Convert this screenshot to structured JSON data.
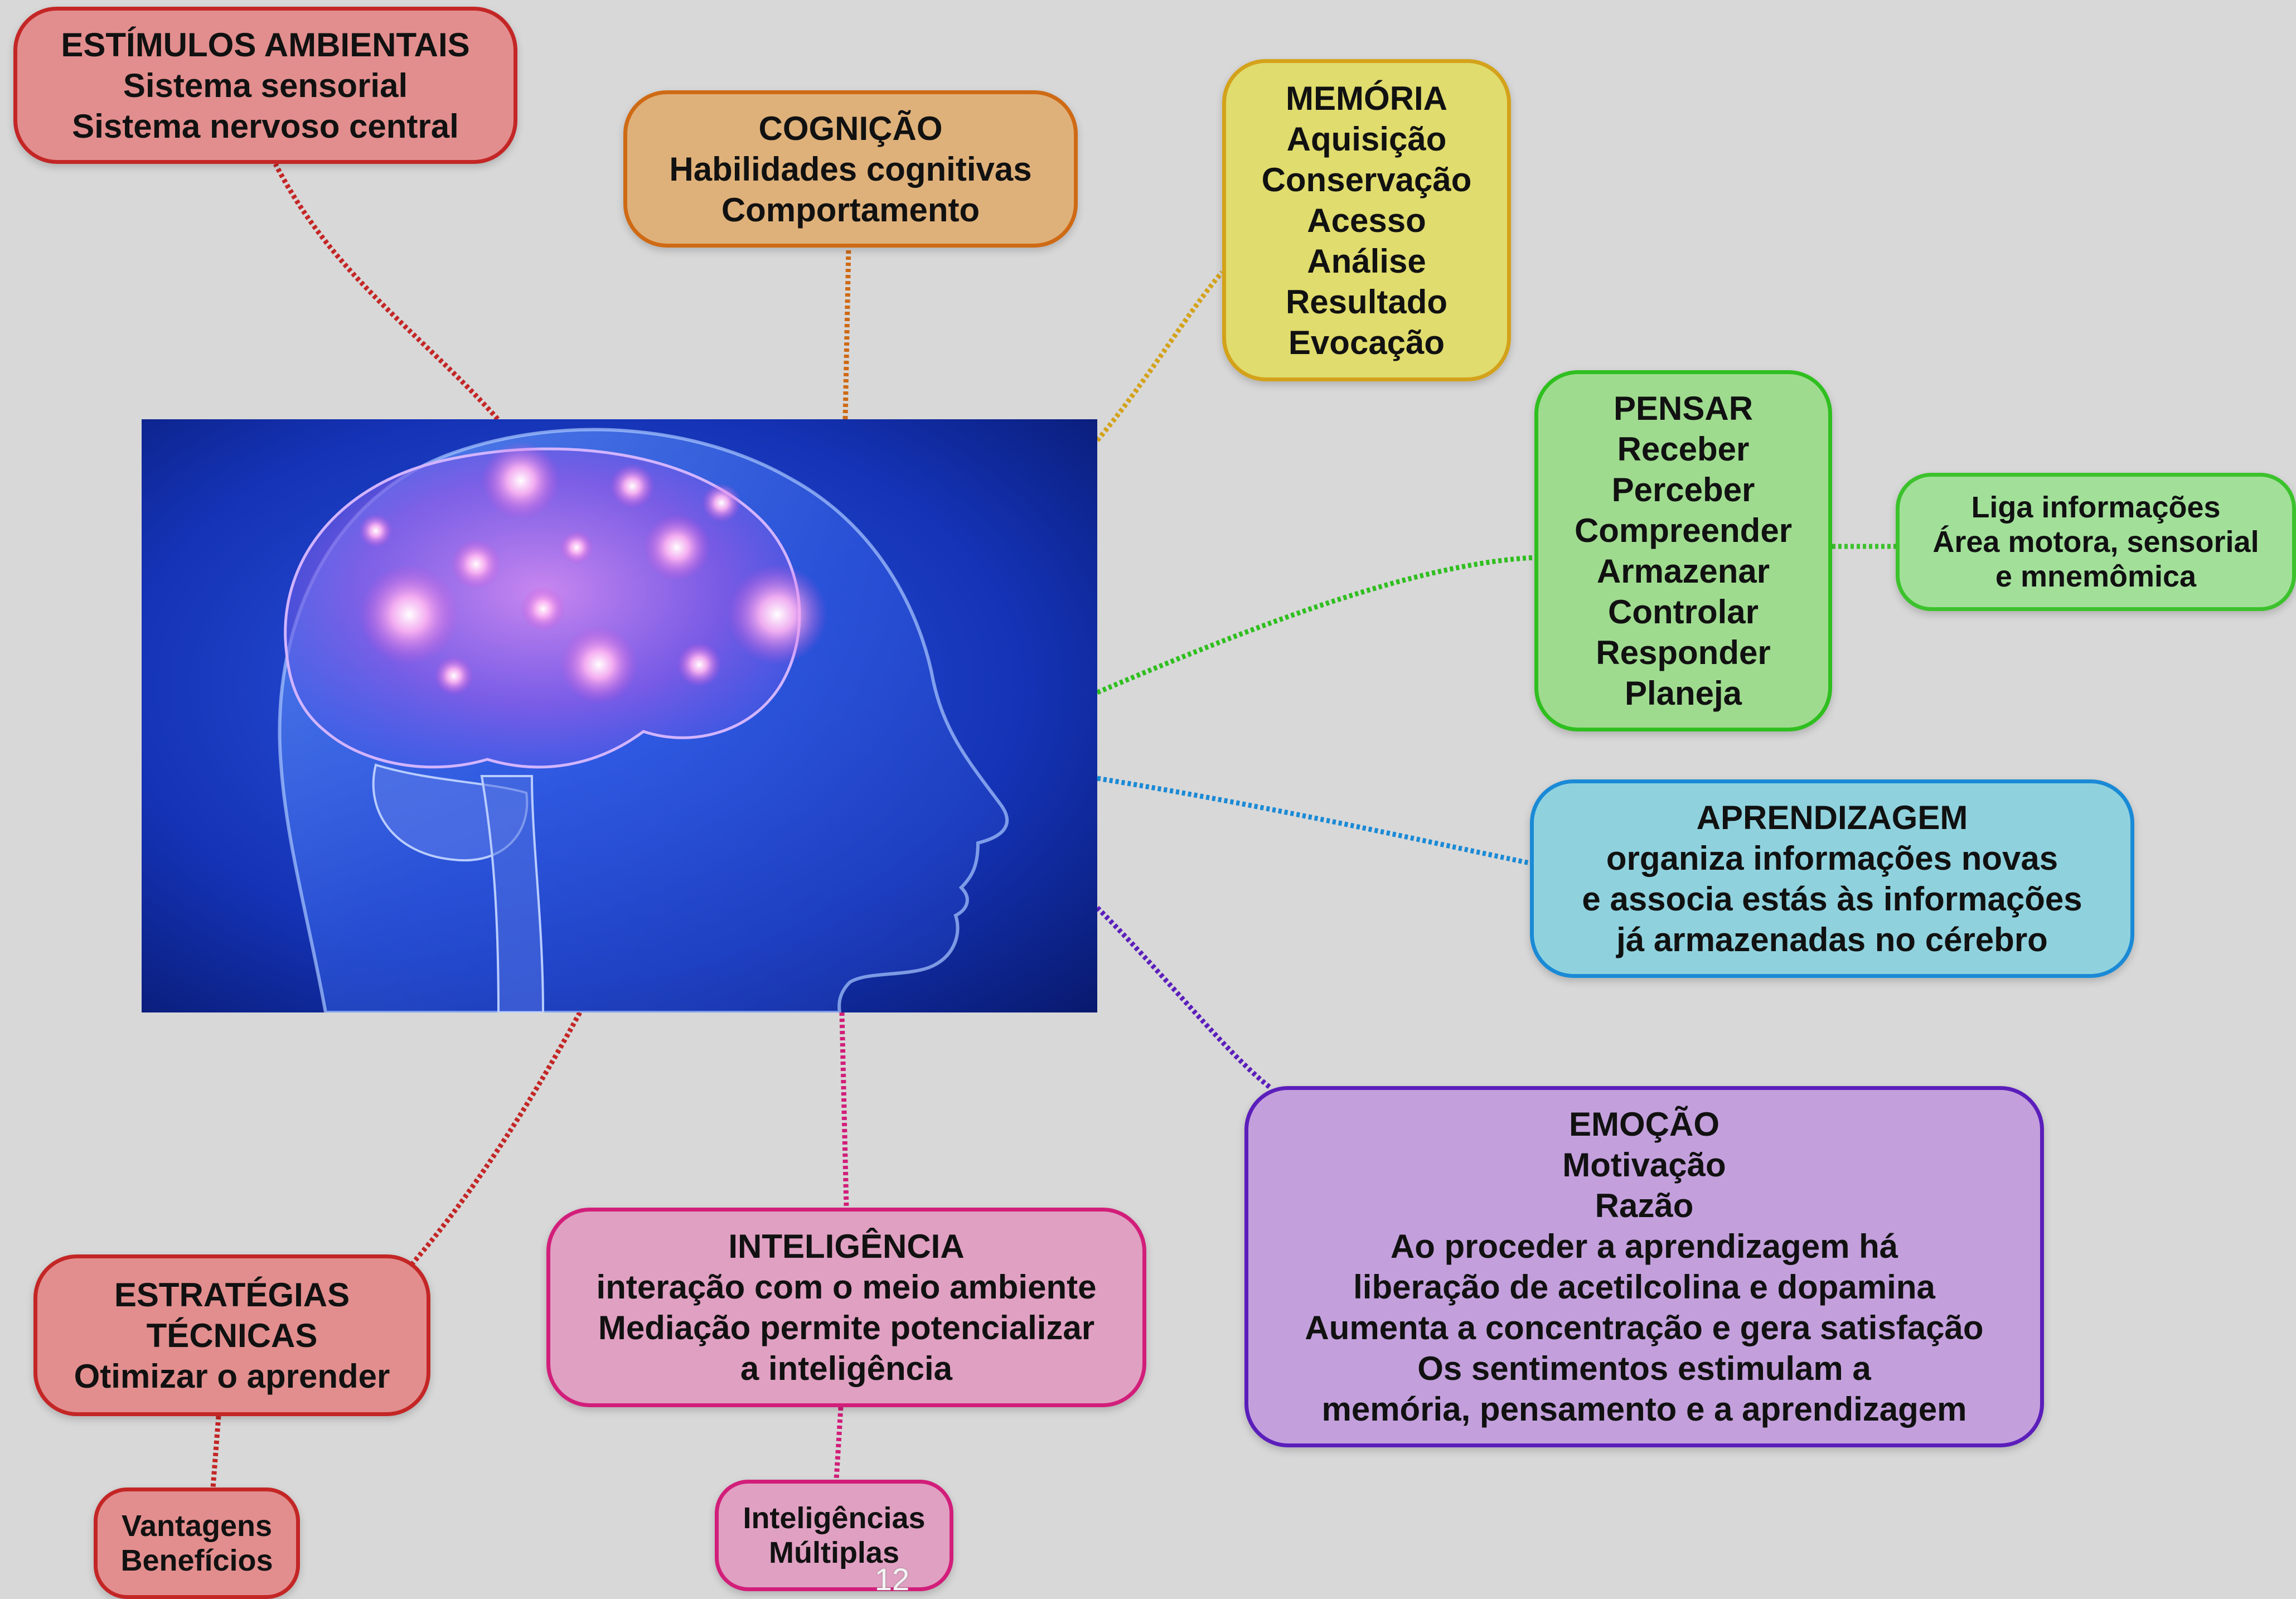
{
  "nodes": {
    "estimulos": {
      "lines": [
        "ESTÍMULOS AMBIENTAIS",
        "Sistema sensorial",
        "Sistema nervoso central"
      ],
      "fill": "#e28e8e",
      "border": "#c42626"
    },
    "cognicao": {
      "lines": [
        "COGNIÇÃO",
        "Habilidades cognitivas",
        "Comportamento"
      ],
      "fill": "#dfb17a",
      "border": "#cf6a14"
    },
    "memoria": {
      "lines": [
        "MEMÓRIA",
        "Aquisição",
        "Conservação",
        "Acesso",
        "Análise",
        "Resultado",
        "Evocação"
      ],
      "fill": "#e0dc6e",
      "border": "#d4a21a"
    },
    "pensar": {
      "lines": [
        "PENSAR",
        "Receber",
        "Perceber",
        "Compreender",
        "Armazenar",
        "Controlar",
        "Responder",
        "Planeja"
      ],
      "fill": "#9fdb8f",
      "border": "#2fbf1f"
    },
    "liga": {
      "lines": [
        "Liga informações",
        "Área motora, sensorial",
        "e mnemômica"
      ],
      "fill": "#a2e09a",
      "border": "#3cc22c"
    },
    "aprendizagem": {
      "lines": [
        "APRENDIZAGEM",
        "organiza informações novas",
        "e associa estás às informações",
        "já armazenadas no cérebro"
      ],
      "fill": "#8fd2de",
      "border": "#1a8ad6"
    },
    "emocao": {
      "lines": [
        "EMOÇÃO",
        "Motivação",
        "Razão",
        "Ao proceder a aprendizagem há",
        "liberação de acetilcolina e dopamina",
        "Aumenta a concentração e gera satisfação",
        "Os sentimentos estimulam a",
        "memória, pensamento e a aprendizagem"
      ],
      "fill": "#c3a0dc",
      "border": "#5b1ebb"
    },
    "estrategias": {
      "lines": [
        "ESTRATÉGIAS",
        "TÉCNICAS",
        "Otimizar o aprender"
      ],
      "fill": "#e28e8e",
      "border": "#c42626"
    },
    "inteligencia": {
      "lines": [
        "INTELIGÊNCIA",
        "interação com o meio ambiente",
        "Mediação permite potencializar",
        "a inteligência"
      ],
      "fill": "#e0a0c2",
      "border": "#d21e7a"
    },
    "vantagens": {
      "lines": [
        "Vantagens",
        "Benefícios"
      ],
      "fill": "#e28e8e",
      "border": "#c42626"
    },
    "multiplas": {
      "lines": [
        "Inteligências",
        "Múltiplas"
      ],
      "fill": "#e0a0c2",
      "border": "#d21e7a"
    }
  },
  "connectors": [
    {
      "from": "brain",
      "to": "estimulos",
      "color": "#c42626"
    },
    {
      "from": "brain",
      "to": "cognicao",
      "color": "#cf6a14"
    },
    {
      "from": "brain",
      "to": "memoria",
      "color": "#d4a21a"
    },
    {
      "from": "brain",
      "to": "pensar",
      "color": "#2fbf1f"
    },
    {
      "from": "pensar",
      "to": "liga",
      "color": "#3cc22c"
    },
    {
      "from": "brain",
      "to": "aprendizagem",
      "color": "#1a8ad6"
    },
    {
      "from": "brain",
      "to": "emocao",
      "color": "#5b1ebb"
    },
    {
      "from": "brain",
      "to": "estrategias",
      "color": "#c42626"
    },
    {
      "from": "brain",
      "to": "inteligencia",
      "color": "#d21e7a"
    },
    {
      "from": "estrategias",
      "to": "vantagens",
      "color": "#c42626"
    },
    {
      "from": "inteligencia",
      "to": "multiplas",
      "color": "#d21e7a"
    }
  ],
  "center_image": "brain-head-illustration",
  "page_number": "12"
}
